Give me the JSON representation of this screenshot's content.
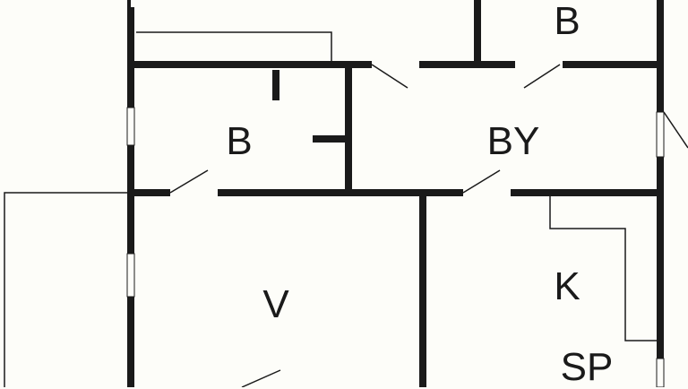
{
  "rooms": [
    {
      "id": "bedroom-top",
      "label": "B"
    },
    {
      "id": "bedroom-small",
      "label": "B"
    },
    {
      "id": "hall",
      "label": "BY"
    },
    {
      "id": "living",
      "label": "V"
    },
    {
      "id": "kitchen",
      "label": "K"
    },
    {
      "id": "pantry",
      "label": "SP"
    }
  ],
  "colors": {
    "wall": "#1a1a1a",
    "background": "#fdfdf9"
  }
}
